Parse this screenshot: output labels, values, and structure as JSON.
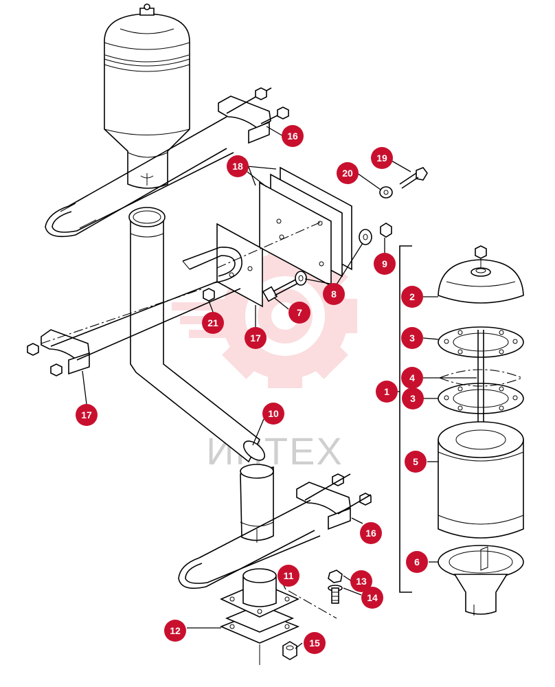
{
  "callouts": [
    {
      "id": "c1",
      "label": "1"
    },
    {
      "id": "c2",
      "label": "2"
    },
    {
      "id": "c3a",
      "label": "3"
    },
    {
      "id": "c3b",
      "label": "3"
    },
    {
      "id": "c4",
      "label": "4"
    },
    {
      "id": "c5",
      "label": "5"
    },
    {
      "id": "c6",
      "label": "6"
    },
    {
      "id": "c7",
      "label": "7"
    },
    {
      "id": "c8",
      "label": "8"
    },
    {
      "id": "c9",
      "label": "9"
    },
    {
      "id": "c10",
      "label": "10"
    },
    {
      "id": "c11",
      "label": "11"
    },
    {
      "id": "c12",
      "label": "12"
    },
    {
      "id": "c13",
      "label": "13"
    },
    {
      "id": "c14",
      "label": "14"
    },
    {
      "id": "c15",
      "label": "15"
    },
    {
      "id": "c16a",
      "label": "16"
    },
    {
      "id": "c16b",
      "label": "16"
    },
    {
      "id": "c17a",
      "label": "17"
    },
    {
      "id": "c17b",
      "label": "17"
    },
    {
      "id": "c18",
      "label": "18"
    },
    {
      "id": "c19",
      "label": "19"
    },
    {
      "id": "c20",
      "label": "20"
    },
    {
      "id": "c21",
      "label": "21"
    }
  ],
  "watermark": {
    "text": "ИНТЕХ",
    "color": "#e8323c"
  },
  "colors": {
    "badge": "#c8102e",
    "line": "#000000"
  }
}
